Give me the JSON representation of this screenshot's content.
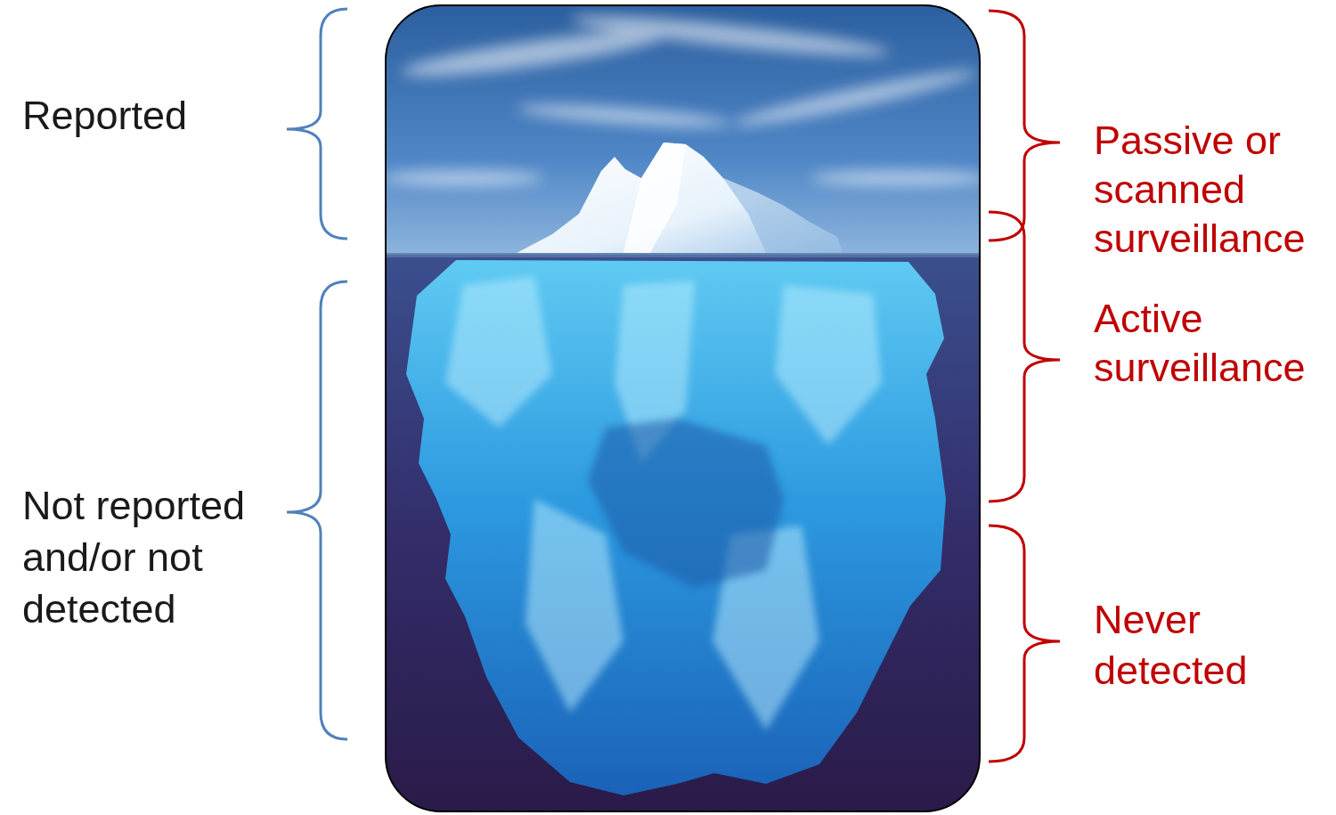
{
  "diagram": {
    "labels": [
      "Reported",
      "Not reported and/or not detected",
      "Passive or scanned surveillance",
      "Active surveillance",
      "Never detected"
    ]
  }
}
